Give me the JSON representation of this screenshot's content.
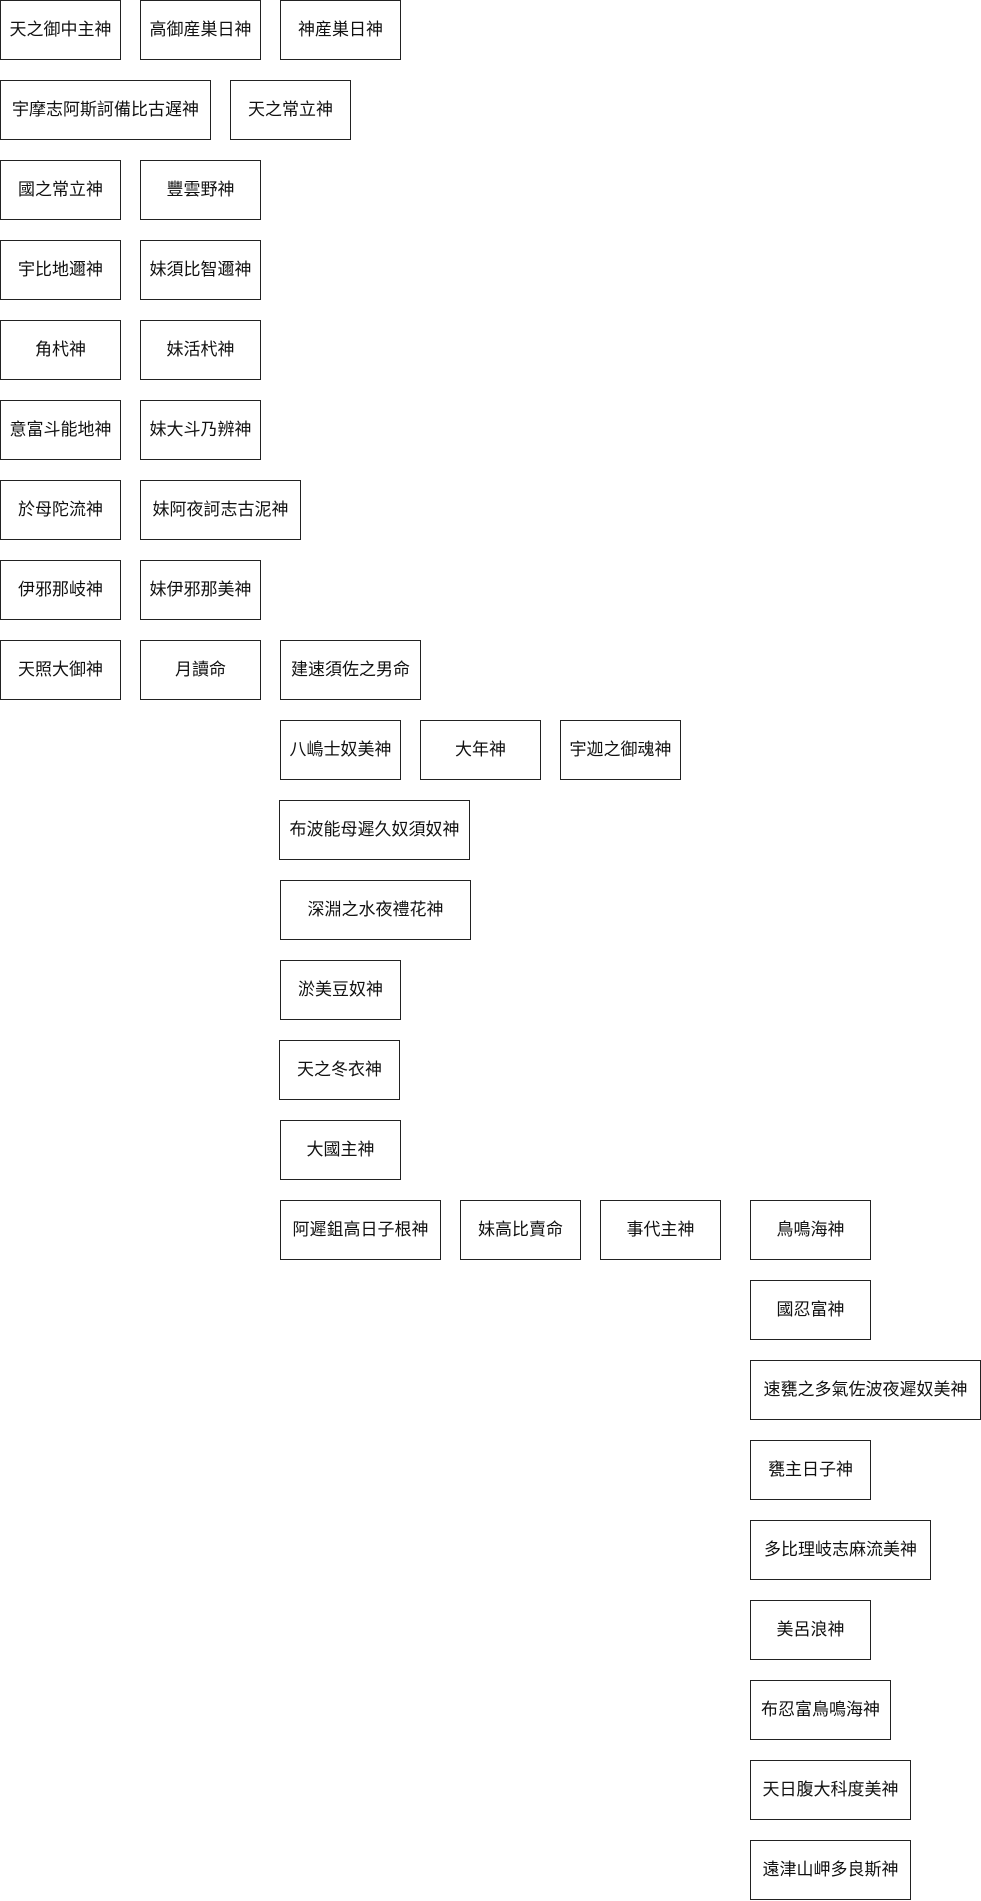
{
  "nodes": [
    {
      "id": "n01",
      "label": "天之御中主神"
    },
    {
      "id": "n02",
      "label": "高御産巣日神"
    },
    {
      "id": "n03",
      "label": "神産巣日神"
    },
    {
      "id": "n04",
      "label": "宇摩志阿斯訶備比古遅神"
    },
    {
      "id": "n05",
      "label": "天之常立神"
    },
    {
      "id": "n06",
      "label": "國之常立神"
    },
    {
      "id": "n07",
      "label": "豐雲野神"
    },
    {
      "id": "n08",
      "label": "宇比地邇神"
    },
    {
      "id": "n09",
      "label": "妹須比智邇神"
    },
    {
      "id": "n10",
      "label": "角杙神"
    },
    {
      "id": "n11",
      "label": "妹活杙神"
    },
    {
      "id": "n12",
      "label": "意富斗能地神"
    },
    {
      "id": "n13",
      "label": "妹大斗乃辨神"
    },
    {
      "id": "n14",
      "label": "於母陀流神"
    },
    {
      "id": "n15",
      "label": "妹阿夜訶志古泥神"
    },
    {
      "id": "n16",
      "label": "伊邪那岐神"
    },
    {
      "id": "n17",
      "label": "妹伊邪那美神"
    },
    {
      "id": "n18",
      "label": "天照大御神"
    },
    {
      "id": "n19",
      "label": "月讀命"
    },
    {
      "id": "n20",
      "label": "建速須佐之男命"
    },
    {
      "id": "n21",
      "label": "八嶋士奴美神"
    },
    {
      "id": "n22",
      "label": "大年神"
    },
    {
      "id": "n23",
      "label": "宇迦之御魂神"
    },
    {
      "id": "n24",
      "label": "布波能母遲久奴須奴神"
    },
    {
      "id": "n25",
      "label": "深淵之水夜禮花神"
    },
    {
      "id": "n26",
      "label": "淤美豆奴神"
    },
    {
      "id": "n27",
      "label": "天之冬衣神"
    },
    {
      "id": "n28",
      "label": "大國主神"
    },
    {
      "id": "n29",
      "label": "阿遲鉏高日子根神"
    },
    {
      "id": "n30",
      "label": "妹高比賣命"
    },
    {
      "id": "n31",
      "label": "事代主神"
    },
    {
      "id": "n32",
      "label": "鳥鳴海神"
    },
    {
      "id": "n33",
      "label": "國忍富神"
    },
    {
      "id": "n34",
      "label": "速甕之多氣佐波夜遲奴美神"
    },
    {
      "id": "n35",
      "label": "甕主日子神"
    },
    {
      "id": "n36",
      "label": "多比理岐志麻流美神"
    },
    {
      "id": "n37",
      "label": "美呂浪神"
    },
    {
      "id": "n38",
      "label": "布忍富鳥鳴海神"
    },
    {
      "id": "n39",
      "label": "天日腹大科度美神"
    },
    {
      "id": "n40",
      "label": "遠津山岬多良斯神"
    }
  ]
}
